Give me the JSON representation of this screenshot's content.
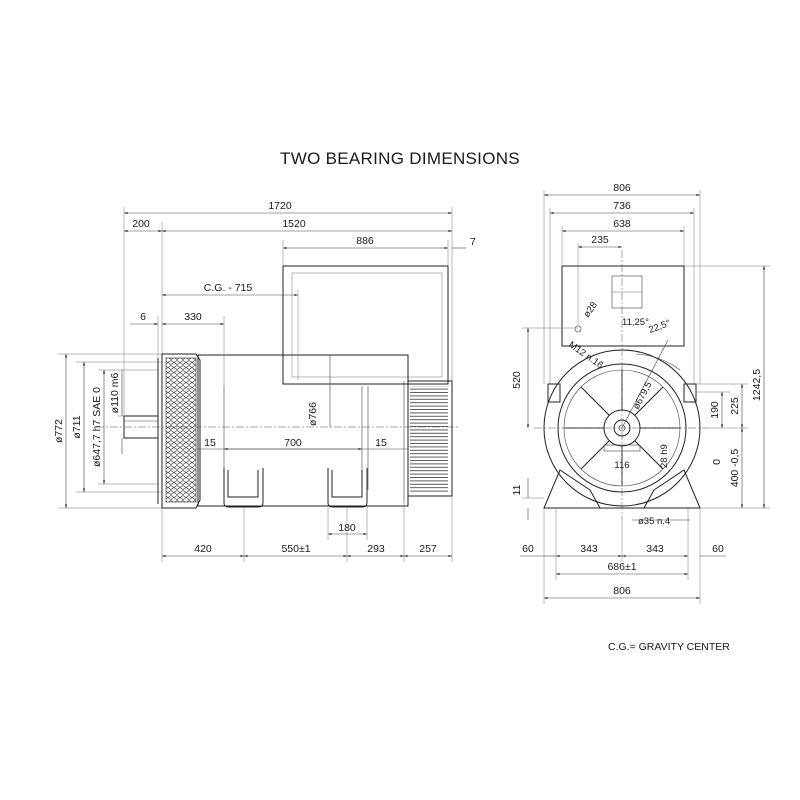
{
  "title": "TWO BEARING DIMENSIONS",
  "legend": "C.G.= GRAVITY CENTER",
  "side_view": {
    "overall_length": "1720",
    "shaft_extension": "200",
    "body_length": "1520",
    "terminal_box_length": "886",
    "terminal_box_offset": "7",
    "gravity_center": "C.G. - 715",
    "flange_thickness": "6",
    "flange_to_foot": "330",
    "housing_diameter": "ø766",
    "foot_span": "700",
    "foot_margin_left": "15",
    "foot_margin_right": "15",
    "flange_outer_diameter": "ø772",
    "flange_bolt_circle": "ø711",
    "spigot_diameter": "ø647,7  h7  SAE  0",
    "shaft_diameter": "ø110  m6",
    "base_left": "420",
    "base_center": "550±1",
    "base_right": "293",
    "base_end": "257",
    "foot_width": "180"
  },
  "end_view": {
    "overall_width": "806",
    "width_736": "736",
    "width_638": "638",
    "offset_235": "235",
    "hole_diameter": "ø28",
    "thread": "M12 n.16",
    "angle_small": "11,25°",
    "angle_large": "22,5°",
    "pcd": "ø679,5",
    "height_520": "520",
    "total_height": "1242,5",
    "height_225": "225",
    "height_190": "190",
    "shaft_height_tolerance": "400  -0,5",
    "shaft_height_upper": "0",
    "keyway_height": "28  h9",
    "keyway_width": "116",
    "foot_height": "11",
    "foot_holes": "ø35  n.4",
    "base_60_left": "60",
    "base_343_left": "343",
    "base_343_right": "343",
    "base_60_right": "60",
    "foot_centers": "686±1",
    "base_width": "806"
  }
}
